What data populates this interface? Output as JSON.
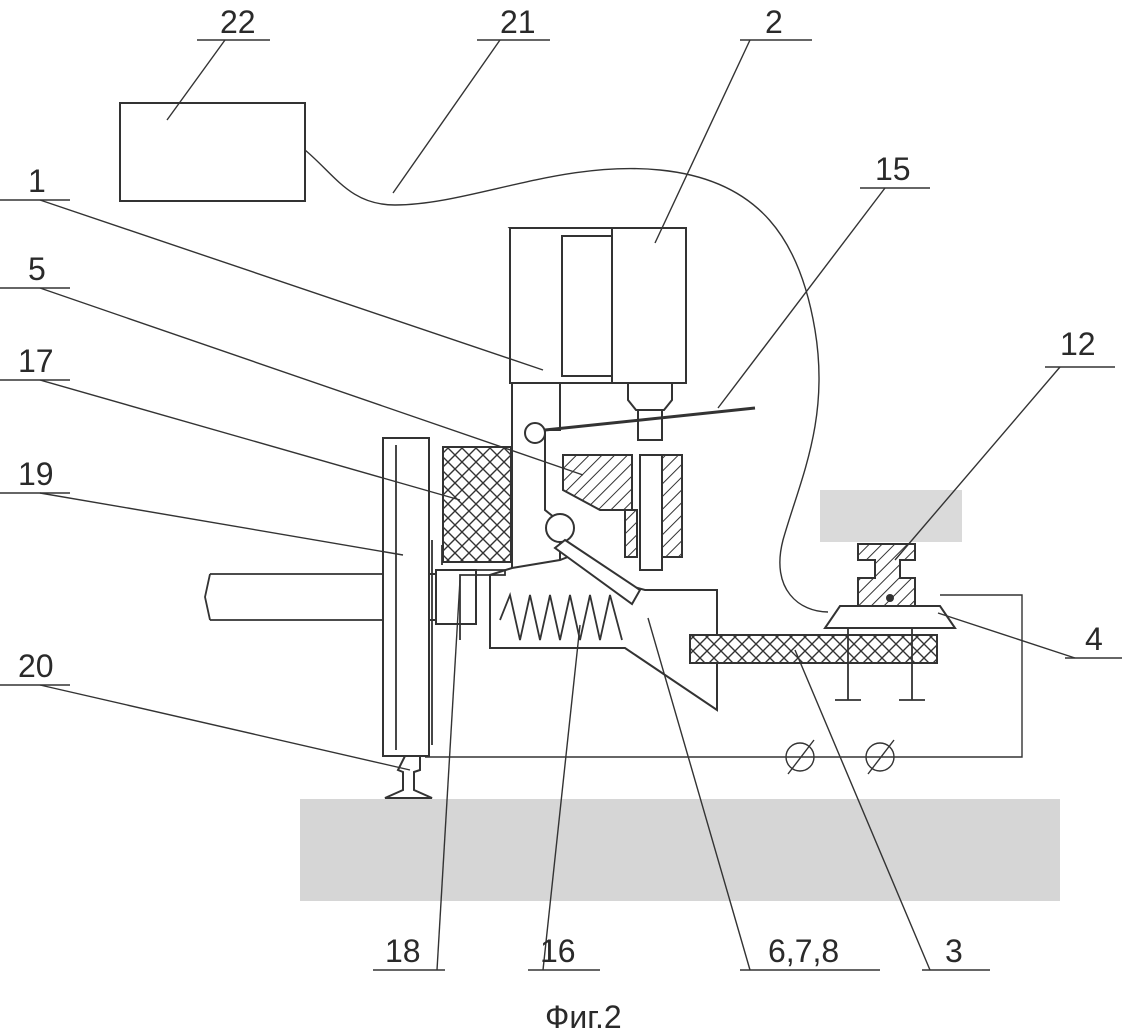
{
  "figure": {
    "caption": "Фиг.2",
    "labels": {
      "l1": "1",
      "l2": "2",
      "l3": "3",
      "l4": "4",
      "l5": "5",
      "l12": "12",
      "l15": "15",
      "l16": "16",
      "l17": "17",
      "l18": "18",
      "l19": "19",
      "l20": "20",
      "l21": "21",
      "l22": "22",
      "l678": "6,7,8"
    },
    "colors": {
      "line": "#333333",
      "ground": "#d6d6d6",
      "block": "#dadada"
    }
  }
}
